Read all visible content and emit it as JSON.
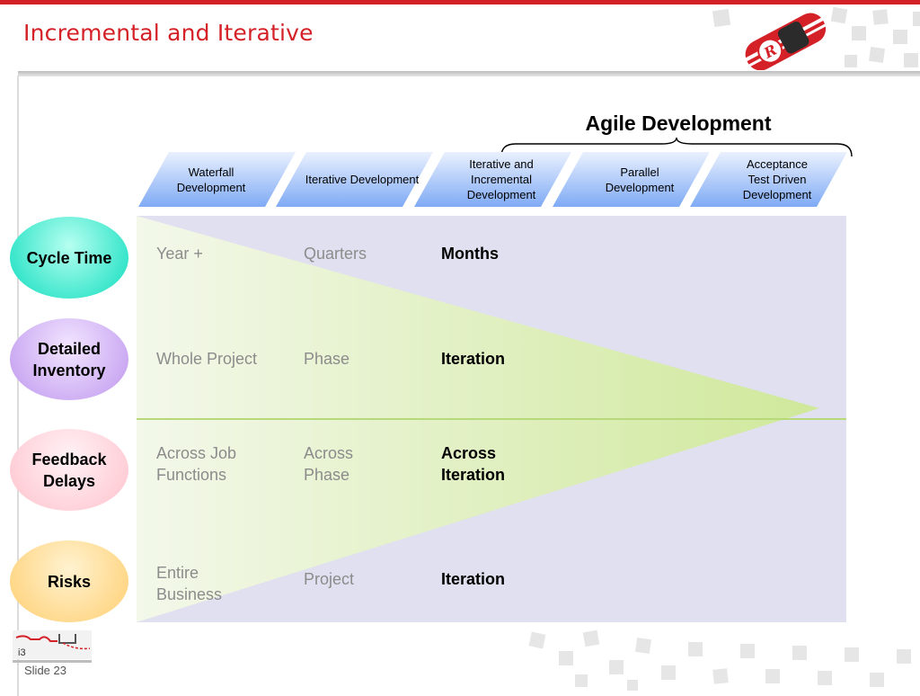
{
  "slide": {
    "title": "Incremental and Iterative",
    "footer_slide_label": "Slide 23",
    "logo_text": "i3",
    "accent_color": "#d42127"
  },
  "agile_label": "Agile Development",
  "phases": [
    {
      "label": "Waterfall\nDevelopment"
    },
    {
      "label": "Iterative Development"
    },
    {
      "label": "Iterative and\nIncremental\nDevelopment"
    },
    {
      "label": "Parallel\nDevelopment"
    },
    {
      "label": "Acceptance\nTest Driven\nDevelopment"
    }
  ],
  "dimensions": [
    {
      "label": "Cycle Time",
      "color": "#1ee0c3"
    },
    {
      "label": "Detailed\nInventory",
      "color": "#c49ef0"
    },
    {
      "label": "Feedback\nDelays",
      "color": "#ffc7d1"
    },
    {
      "label": "Risks",
      "color": "#ffd27a"
    }
  ],
  "rows": [
    {
      "waterfall": "Year +",
      "iterative": "Quarters",
      "incremental": "Months"
    },
    {
      "waterfall": "Whole Project",
      "iterative": "Phase",
      "incremental": "Iteration"
    },
    {
      "waterfall": "Across Job\nFunctions",
      "iterative": "Across\nPhase",
      "incremental": "Across\nIteration"
    },
    {
      "waterfall": "Entire\nBusiness",
      "iterative": "Project",
      "incremental": "Iteration"
    }
  ]
}
